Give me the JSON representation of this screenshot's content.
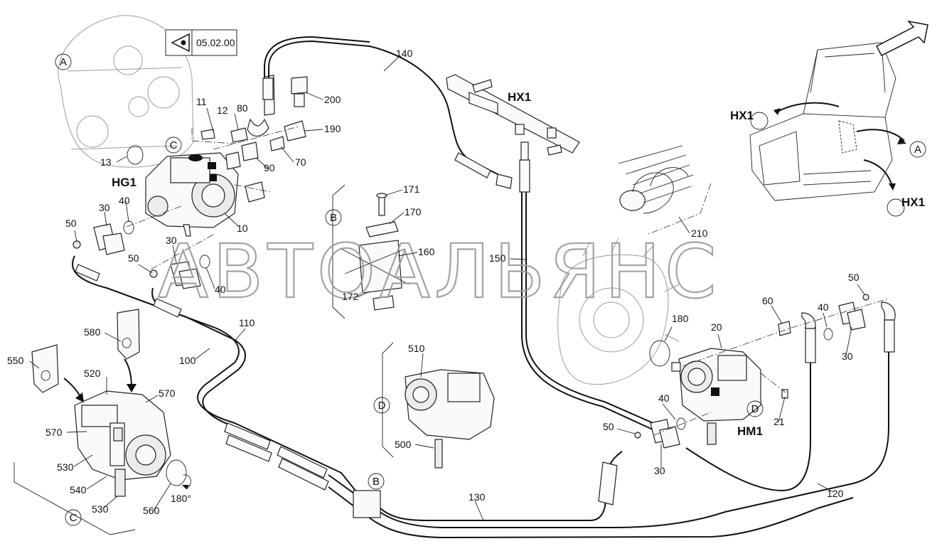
{
  "reference_box": {
    "text": "05.02.00",
    "icon": "eye-view-icon"
  },
  "watermark": "АВТОАЛЬЯНС",
  "callouts": {
    "A1": "A",
    "A2": "A",
    "B1": "B",
    "B2": "B",
    "C1": "C",
    "C2": "C",
    "D1": "D",
    "D2": "D"
  },
  "assembly_labels": {
    "hg1": "HG1",
    "hx1_main": "HX1",
    "hx1_a": "HX1",
    "hx1_b": "HX1",
    "hm1": "HM1"
  },
  "parts": {
    "p11": "11",
    "p12": "12",
    "p80": "80",
    "p200": "200",
    "p190": "190",
    "p70": "70",
    "p90": "90",
    "p13": "13",
    "p40a": "40",
    "p30a": "30",
    "p50a": "50",
    "p30b": "30",
    "p50b": "50",
    "p40b": "40",
    "p10": "10",
    "p140": "140",
    "p171": "171",
    "p170": "170",
    "p160": "160",
    "p172": "172",
    "p150": "150",
    "p210": "210",
    "p180": "180",
    "p20": "20",
    "p60": "60",
    "p40c": "40",
    "p50c": "50",
    "p30c": "30",
    "p21": "21",
    "p40d": "40",
    "p50d": "50",
    "p30d": "30",
    "p110": "110",
    "p100": "100",
    "p510": "510",
    "p500": "500",
    "p130": "130",
    "p120": "120",
    "p580": "580",
    "p550": "550",
    "p520": "520",
    "p570a": "570",
    "p570b": "570",
    "p530a": "530",
    "p540": "540",
    "p530b": "530",
    "p560": "560"
  },
  "rotation_label": "180°",
  "colors": {
    "line": "#111111",
    "watermark": "#9a9a9a",
    "background": "#ffffff"
  }
}
